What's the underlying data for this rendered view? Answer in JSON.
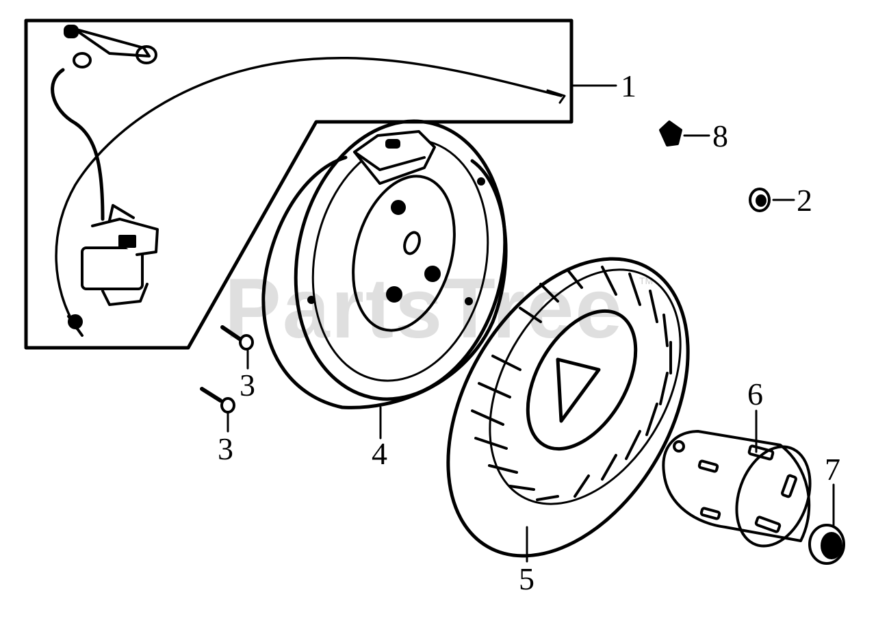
{
  "watermark": {
    "text": "PartsTree",
    "mark": "TM"
  },
  "callouts": [
    {
      "id": "c1",
      "label": "1"
    },
    {
      "id": "c2",
      "label": "2"
    },
    {
      "id": "c3a",
      "label": "3"
    },
    {
      "id": "c3b",
      "label": "3"
    },
    {
      "id": "c4",
      "label": "4"
    },
    {
      "id": "c5",
      "label": "5"
    },
    {
      "id": "c6",
      "label": "6"
    },
    {
      "id": "c7",
      "label": "7"
    },
    {
      "id": "c8",
      "label": "8"
    }
  ]
}
